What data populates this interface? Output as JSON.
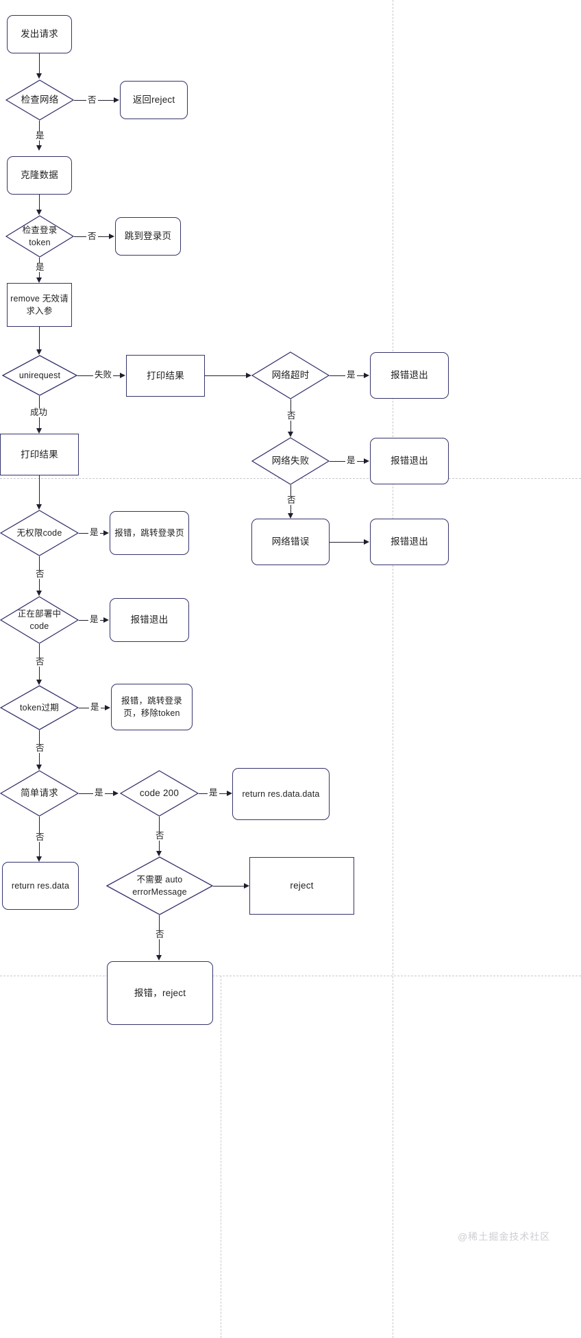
{
  "diagram": {
    "title": "",
    "watermark": "@稀土掘金技术社区",
    "colors": {
      "node_border": "#33336b",
      "connector": "#1f1f2e",
      "guide": "#c9c9cf",
      "watermark": "#cdcdd4",
      "background": "#ffffff"
    },
    "nodes": [
      {
        "id": "start",
        "shape": "rounded",
        "label": "发出请求"
      },
      {
        "id": "check-network",
        "shape": "diamond",
        "label": "检查网络"
      },
      {
        "id": "return-reject",
        "shape": "rounded",
        "label": "返回reject"
      },
      {
        "id": "clone-data",
        "shape": "rounded",
        "label": "克隆数据"
      },
      {
        "id": "check-token",
        "shape": "diamond",
        "label": "检查登录\ntoken"
      },
      {
        "id": "goto-login",
        "shape": "rounded",
        "label": "跳到登录页"
      },
      {
        "id": "remove-params",
        "shape": "sharp",
        "label": "remove 无效请\n求入参"
      },
      {
        "id": "unirequest",
        "shape": "diamond",
        "label": "unirequest"
      },
      {
        "id": "print-result-fail",
        "shape": "sharp",
        "label": "打印结果"
      },
      {
        "id": "network-timeout",
        "shape": "diamond",
        "label": "网络超时"
      },
      {
        "id": "error-exit-1",
        "shape": "rounded",
        "label": "报错退出"
      },
      {
        "id": "network-failed",
        "shape": "diamond",
        "label": "网络失败"
      },
      {
        "id": "error-exit-2",
        "shape": "rounded",
        "label": "报错退出"
      },
      {
        "id": "network-error",
        "shape": "rounded",
        "label": "网络错误"
      },
      {
        "id": "error-exit-3",
        "shape": "rounded",
        "label": "报错退出"
      },
      {
        "id": "print-result-ok",
        "shape": "sharp",
        "label": "打印结果"
      },
      {
        "id": "no-perm-code",
        "shape": "diamond",
        "label": "无权限code"
      },
      {
        "id": "error-goto-login",
        "shape": "rounded",
        "label": "报错，跳转登录页"
      },
      {
        "id": "deploying-code",
        "shape": "diamond",
        "label": "正在部署中\ncode"
      },
      {
        "id": "error-exit-4",
        "shape": "rounded",
        "label": "报错退出"
      },
      {
        "id": "token-expired",
        "shape": "diamond",
        "label": "token过期"
      },
      {
        "id": "error-login-rm",
        "shape": "rounded",
        "label": "报错，跳转登录\n页，移除token"
      },
      {
        "id": "simple-request",
        "shape": "diamond",
        "label": "简单请求"
      },
      {
        "id": "code-200",
        "shape": "diamond",
        "label": "code 200"
      },
      {
        "id": "return-data-data",
        "shape": "rounded",
        "label": "return res.data.data"
      },
      {
        "id": "return-data",
        "shape": "rounded",
        "label": "return res.data"
      },
      {
        "id": "no-auto-errmsg",
        "shape": "diamond",
        "label": "不需要 auto\nerrorMessage"
      },
      {
        "id": "reject",
        "shape": "sharp",
        "label": "reject"
      },
      {
        "id": "error-reject",
        "shape": "rounded",
        "label": "报错，reject"
      }
    ],
    "edge_labels": {
      "no": "否",
      "yes": "是",
      "fail": "失败",
      "success": "成功"
    },
    "edges": [
      {
        "from": "start",
        "to": "check-network",
        "label": ""
      },
      {
        "from": "check-network",
        "to": "return-reject",
        "label": "否"
      },
      {
        "from": "check-network",
        "to": "clone-data",
        "label": "是"
      },
      {
        "from": "clone-data",
        "to": "check-token",
        "label": ""
      },
      {
        "from": "check-token",
        "to": "goto-login",
        "label": "否"
      },
      {
        "from": "check-token",
        "to": "remove-params",
        "label": "是"
      },
      {
        "from": "remove-params",
        "to": "unirequest",
        "label": ""
      },
      {
        "from": "unirequest",
        "to": "print-result-fail",
        "label": "失败"
      },
      {
        "from": "unirequest",
        "to": "print-result-ok",
        "label": "成功"
      },
      {
        "from": "print-result-fail",
        "to": "network-timeout",
        "label": ""
      },
      {
        "from": "network-timeout",
        "to": "error-exit-1",
        "label": "是"
      },
      {
        "from": "network-timeout",
        "to": "network-failed",
        "label": "否"
      },
      {
        "from": "network-failed",
        "to": "error-exit-2",
        "label": "是"
      },
      {
        "from": "network-failed",
        "to": "network-error",
        "label": "否"
      },
      {
        "from": "network-error",
        "to": "error-exit-3",
        "label": ""
      },
      {
        "from": "print-result-ok",
        "to": "no-perm-code",
        "label": ""
      },
      {
        "from": "no-perm-code",
        "to": "error-goto-login",
        "label": "是"
      },
      {
        "from": "no-perm-code",
        "to": "deploying-code",
        "label": "否"
      },
      {
        "from": "deploying-code",
        "to": "error-exit-4",
        "label": "是"
      },
      {
        "from": "deploying-code",
        "to": "token-expired",
        "label": "否"
      },
      {
        "from": "token-expired",
        "to": "error-login-rm",
        "label": "是"
      },
      {
        "from": "token-expired",
        "to": "simple-request",
        "label": "否"
      },
      {
        "from": "simple-request",
        "to": "code-200",
        "label": "是"
      },
      {
        "from": "simple-request",
        "to": "return-data",
        "label": "否"
      },
      {
        "from": "code-200",
        "to": "return-data-data",
        "label": "是"
      },
      {
        "from": "code-200",
        "to": "no-auto-errmsg",
        "label": "否"
      },
      {
        "from": "no-auto-errmsg",
        "to": "reject",
        "label": ""
      },
      {
        "from": "no-auto-errmsg",
        "to": "error-reject",
        "label": "否"
      }
    ]
  }
}
